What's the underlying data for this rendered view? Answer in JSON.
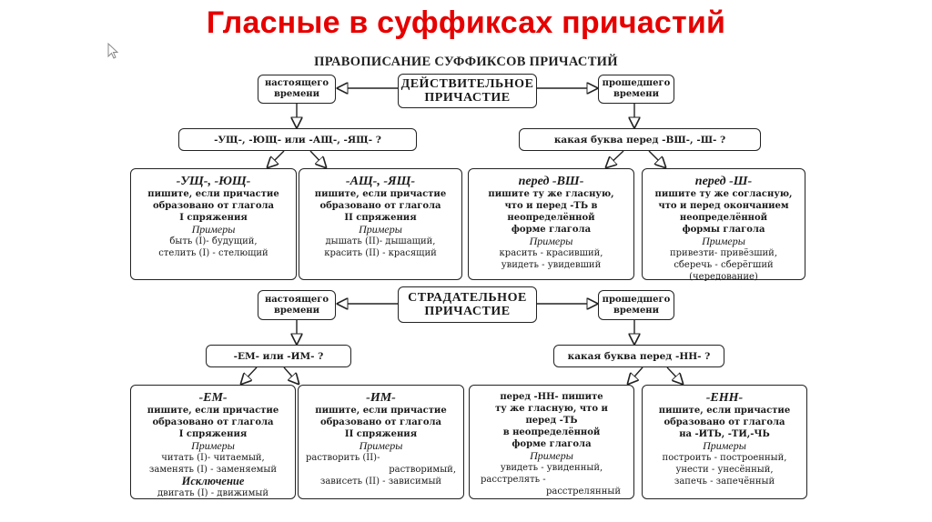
{
  "slide": {
    "title": "Гласные в суффиксах причастий",
    "title_color": "#e60000",
    "cursor_icon": "mouse-pointer-icon"
  },
  "diagram": {
    "heading": "ПРАВОПИСАНИЕ СУФФИКСОВ ПРИЧАСТИЙ",
    "active": {
      "title_line1": "ДЕЙСТВИТЕЛЬНОЕ",
      "title_line2": "ПРИЧАСТИЕ",
      "present": {
        "line1": "настоящего",
        "line2": "времени"
      },
      "past": {
        "line1": "прошедшего",
        "line2": "времени"
      },
      "present_question": "-УЩ-, -ЮЩ- или -АЩ-, -ЯЩ- ?",
      "past_question": "какая буква перед -ВШ-, -Ш- ?",
      "rules": [
        {
          "suffix": "-УЩ-, -ЮЩ-",
          "text": [
            "пишите, если причастие",
            "образовано от глагола",
            "I спряжения"
          ],
          "examples_label": "Примеры",
          "examples": [
            "быть (I)- будущий,",
            "стелить (I) - стелющий"
          ]
        },
        {
          "suffix": "-АЩ-, -ЯЩ-",
          "text": [
            "пишите, если причастие",
            "образовано от глагола",
            "II спряжения"
          ],
          "examples_label": "Примеры",
          "examples": [
            "дышать (II)- дышащий,",
            "красить (II) - красящий"
          ]
        },
        {
          "suffix": "перед -ВШ-",
          "text": [
            "пишите ту же гласную,",
            "что и перед -ТЬ в",
            "неопределённой",
            "форме глагола"
          ],
          "examples_label": "Примеры",
          "examples": [
            "красить - красивший,",
            "увидеть - увидевший"
          ]
        },
        {
          "suffix": "перед -Ш-",
          "text": [
            "пишите ту же согласную,",
            "что и перед окончанием",
            "неопределённой",
            "формы глагола"
          ],
          "examples_label": "Примеры",
          "examples": [
            "привезти- привёзший,",
            "сберечь - сберёгший",
            "(чередование)"
          ]
        }
      ]
    },
    "passive": {
      "title_line1": "СТРАДАТЕЛЬНОЕ",
      "title_line2": "ПРИЧАСТИЕ",
      "present": {
        "line1": "настоящего",
        "line2": "времени"
      },
      "past": {
        "line1": "прошедшего",
        "line2": "времени"
      },
      "present_question": "-ЕМ- или -ИМ- ?",
      "past_question": "какая буква перед -НН- ?",
      "rules": [
        {
          "suffix": "-ЕМ-",
          "text": [
            "пишите, если причастие",
            "образовано от глагола",
            "I спряжения"
          ],
          "examples_label": "Примеры",
          "examples": [
            "читать (I)- читаемый,",
            "заменять (I) - заменяемый"
          ],
          "exception_label": "Исключение",
          "exception": "двигать (I) - движимый"
        },
        {
          "suffix": "-ИМ-",
          "text": [
            "пишите, если причастие",
            "образовано от глагола",
            "II спряжения"
          ],
          "examples_label": "Примеры",
          "examples": [
            "растворить (II)-",
            "растворимый,",
            "зависеть (II) - зависимый"
          ]
        },
        {
          "suffix": "перед -НН- пишите",
          "text": [
            "ту же гласную, что и",
            "перед -ТЬ",
            "в неопределённой",
            "форме глагола"
          ],
          "examples_label": "Примеры",
          "examples": [
            "увидеть - увиденный,",
            "расстрелять -",
            "расстрелянный"
          ]
        },
        {
          "suffix": "-ЕНН-",
          "text": [
            "пишите, если причастие",
            "образовано от глагола",
            "на -ИТЬ, -ТИ,-ЧЬ"
          ],
          "examples_label": "Примеры",
          "examples": [
            "построить - построенный,",
            "унести - унесённый,",
            "запечь - запечённый"
          ]
        }
      ]
    }
  }
}
